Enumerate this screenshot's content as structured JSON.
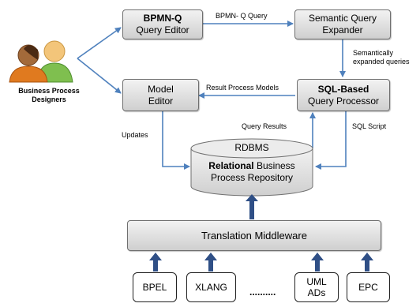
{
  "actor": {
    "line1": "Business Process",
    "line2": "Designers"
  },
  "boxes": {
    "query_editor": {
      "title": "BPMN-Q",
      "subtitle": "Query Editor"
    },
    "query_expander": {
      "line1": "Semantic Query",
      "line2": "Expander"
    },
    "model_editor": {
      "line1": "Model",
      "line2": "Editor"
    },
    "query_processor": {
      "title": "SQL-Based",
      "subtitle": "Query Processor"
    },
    "repository": {
      "tag": "RDBMS",
      "bold": "Relational",
      "rest": " Business",
      "line2": "Process Repository"
    },
    "middleware": {
      "label": "Translation Middleware"
    }
  },
  "edges": {
    "bpmnq_query": "BPMN- Q Query",
    "semantic_line1": "Semantically",
    "semantic_line2": "expanded queries",
    "result_models": "Result Process Models",
    "query_results": "Query Results",
    "updates": "Updates",
    "sql_script": "SQL Script"
  },
  "sources": {
    "bpel": "BPEL",
    "xlang": "XLANG",
    "ellipsis": "..........",
    "uml_line1": "UML",
    "uml_line2": "ADs",
    "epc": "EPC"
  },
  "colors": {
    "arrow": "#4f81bd",
    "block_arrow": "#2f4f86",
    "box_fill": "#d9d9d9"
  }
}
